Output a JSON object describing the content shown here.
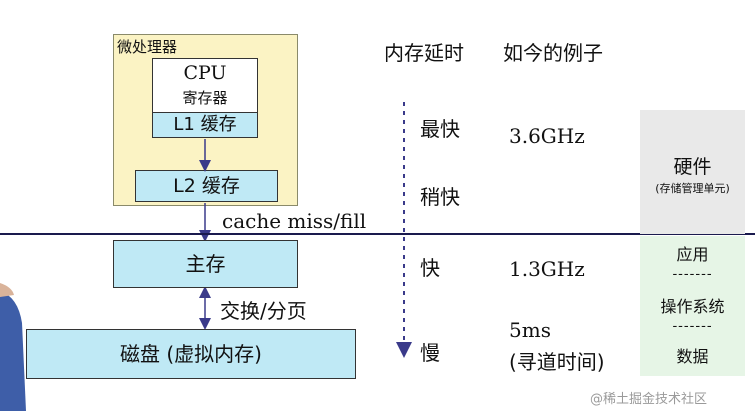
{
  "diagram": {
    "microprocessor_label": "微处理器",
    "cpu_label": "CPU",
    "registers_label": "寄存器",
    "l1_label": "L1 缓存",
    "l2_label": "L2 缓存",
    "cache_miss_label": "cache miss/fill",
    "main_memory_label": "主存",
    "swap_label": "交换/分页",
    "disk_label": "磁盘 (虚拟内存)"
  },
  "columns": {
    "latency_header": "内存延时",
    "example_header": "如今的例子"
  },
  "speeds": [
    "最快",
    "稍快",
    "快",
    "慢"
  ],
  "examples": {
    "cpu_clock": "3.6GHz",
    "memory_clock": "1.3GHz",
    "disk_latency": "5ms",
    "disk_latency_note": "(寻道时间)"
  },
  "hardware": {
    "title": "硬件",
    "subtitle": "(存储管理单元)"
  },
  "software": {
    "item1": "应用",
    "divider1": "-------",
    "item2": "操作系统",
    "divider2": "-------",
    "item3": "数据"
  },
  "watermark": "@稀土掘金技术社区",
  "colors": {
    "processor_fill": "#fbf3c4",
    "storage_fill": "#bfe9f5",
    "hardware_fill": "#e9e9e9",
    "software_fill": "#e6f5e6",
    "divider_line": "#1a1a4e"
  }
}
